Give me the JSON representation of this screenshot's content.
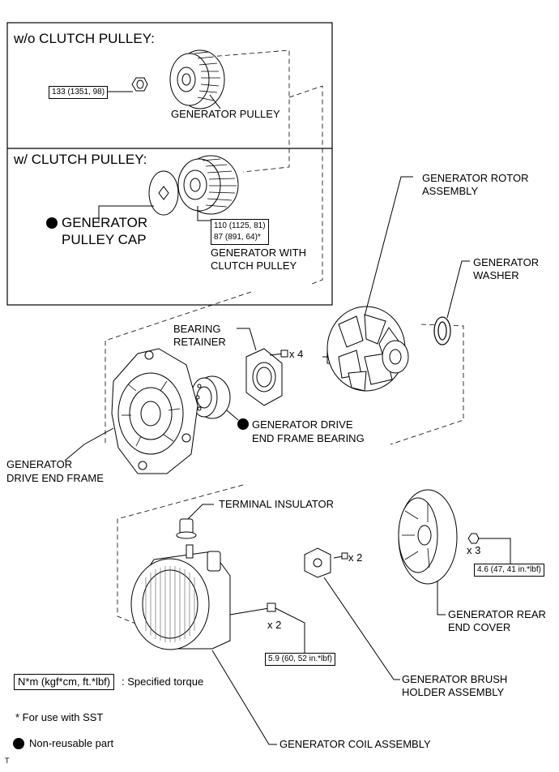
{
  "sections": {
    "without_clutch": "w/o CLUTCH PULLEY:",
    "with_clutch": "w/ CLUTCH PULLEY:"
  },
  "torques": {
    "pulley_nut": "133 (1351, 98)",
    "clutch_pulley_1": "110 (1125, 81)",
    "clutch_pulley_2": "87 (891, 64)*",
    "rear_cover": "4.6 (47, 41 in.*lbf)",
    "coil_bolt": "5.9 (60, 52 in.*lbf)"
  },
  "parts": {
    "generator_pulley": "GENERATOR PULLEY",
    "pulley_cap_1": "GENERATOR",
    "pulley_cap_2": "PULLEY CAP",
    "clutch_pulley_1": "GENERATOR WITH",
    "clutch_pulley_2": "CLUTCH PULLEY",
    "rotor_1": "GENERATOR ROTOR",
    "rotor_2": "ASSEMBLY",
    "washer_1": "GENERATOR",
    "washer_2": "WASHER",
    "retainer_1": "BEARING",
    "retainer_2": "RETAINER",
    "bearing_1": "GENERATOR DRIVE",
    "bearing_2": "END FRAME BEARING",
    "drive_frame_1": "GENERATOR",
    "drive_frame_2": "DRIVE END FRAME",
    "terminal_insulator": "TERMINAL INSULATOR",
    "rear_cover_1": "GENERATOR REAR",
    "rear_cover_2": "END COVER",
    "brush_1": "GENERATOR BRUSH",
    "brush_2": "HOLDER ASSEMBLY",
    "coil": "GENERATOR COIL ASSEMBLY"
  },
  "quantities": {
    "retainer_screws": "x 4",
    "rear_cover_nuts": "x 3",
    "brush_screws": "x 2",
    "coil_bolts": "x 2"
  },
  "legend": {
    "torque_unit": "N*m (kgf*cm, ft.*lbf)",
    "torque_desc": ": Specified torque",
    "sst_note": "* For use with SST",
    "non_reusable": "Non-reusable part"
  },
  "footer_mark": "T"
}
